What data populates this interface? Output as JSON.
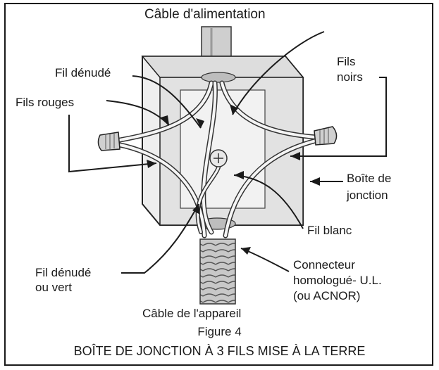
{
  "diagram": {
    "top_label": "Câble d'alimentation",
    "labels": {
      "bare_wire": "Fil dénudé",
      "black_wires_1": "Fils",
      "black_wires_2": "noirs",
      "red_wires": "Fils rouges",
      "junction_box_1": "Boîte de",
      "junction_box_2": "jonction",
      "white_wire": "Fil blanc",
      "bare_or_green_1": "Fil dénudé",
      "bare_or_green_2": "ou vert",
      "connector_1": "Connecteur",
      "connector_2": "homologué- U.L.",
      "connector_3": "(ou ACNOR)"
    },
    "bottom_label": "Câble de l'appareil",
    "figure_number": "Figure 4",
    "caption": "BOÎTE DE JONCTION À 3 FILS MISE À LA TERRE"
  }
}
